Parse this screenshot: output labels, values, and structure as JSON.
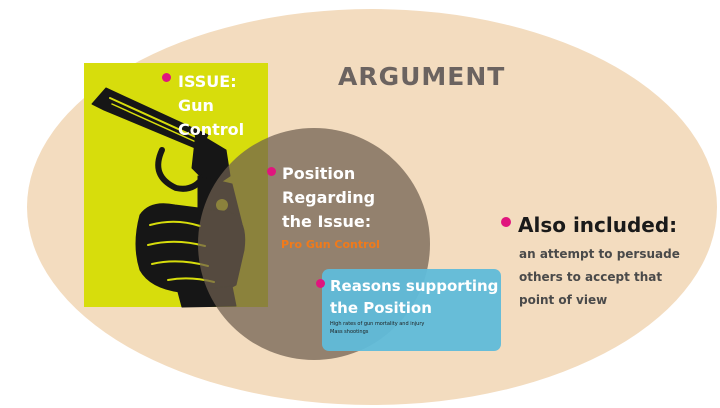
{
  "title": "ARGUMENT",
  "issue": {
    "text": "ISSUE:\nGun\nControl"
  },
  "position": {
    "text": "Position\nRegarding\nthe Issue:",
    "value": "Pro Gun Control"
  },
  "reasons": {
    "text": "Reasons supporting\nthe Position",
    "details": "High rates of gun mortality and injury\nMass shootings"
  },
  "also": {
    "title": "Also included:",
    "text": "an attempt to persuade\nothers to accept that\npoint of view"
  },
  "icons": [
    "pistol-illustration",
    "bullet-dot"
  ],
  "colors": {
    "outer_ellipse": "#f3dcbf",
    "issue_box": "#d7dd0c",
    "position_circle": "#8a7a69",
    "reasons_box": "#5fbad9",
    "bullet": "#e0157e",
    "position_value": "#f07a1a"
  }
}
